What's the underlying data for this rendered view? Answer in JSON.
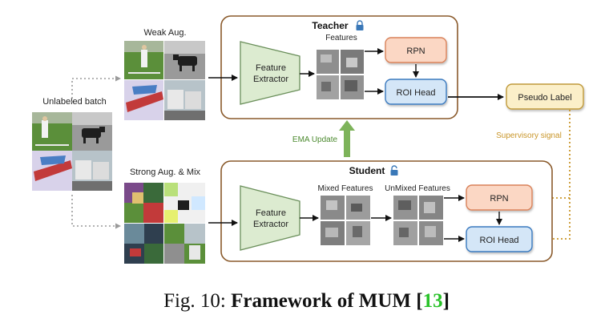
{
  "labels": {
    "weak_aug": "Weak Aug.",
    "unlabeled_batch": "Unlabeled batch",
    "strong_aug_mix": "Strong Aug. & Mix",
    "ema_update": "EMA Update",
    "supervisory_signal": "Supervisory signal"
  },
  "teacher": {
    "title": "Teacher",
    "feature_extractor": [
      "Feature",
      "Extractor"
    ],
    "features_label": "Features",
    "rpn": "RPN",
    "roi_head": "ROI Head"
  },
  "student": {
    "title": "Student",
    "feature_extractor": [
      "Feature",
      "Extractor"
    ],
    "mixed_features_label": "Mixed Features",
    "unmixed_features_label": "UnMixed Features",
    "rpn": "RPN",
    "roi_head": "ROI Head"
  },
  "pseudo_label": "Pseudo Label",
  "caption": {
    "prefix": "Fig. 10: ",
    "title": "Framework of MUM ",
    "ref_open": "[",
    "ref_num": "13",
    "ref_close": "]"
  },
  "colors": {
    "module_border": "#8a5a2b",
    "extractor_fill": "#dcebd0",
    "extractor_stroke": "#6a8f5a",
    "rpn_fill": "#fbd7c4",
    "rpn_stroke": "#d9825a",
    "roi_fill": "#d4e6f7",
    "roi_stroke": "#3a7abf",
    "pseudo_fill": "#fbefc9",
    "pseudo_stroke": "#c09a3a",
    "ema_arrow": "#7db35a",
    "ema_text": "#4c8a2f",
    "supervisory": "#c9962a",
    "lock": "#3a78b8"
  }
}
